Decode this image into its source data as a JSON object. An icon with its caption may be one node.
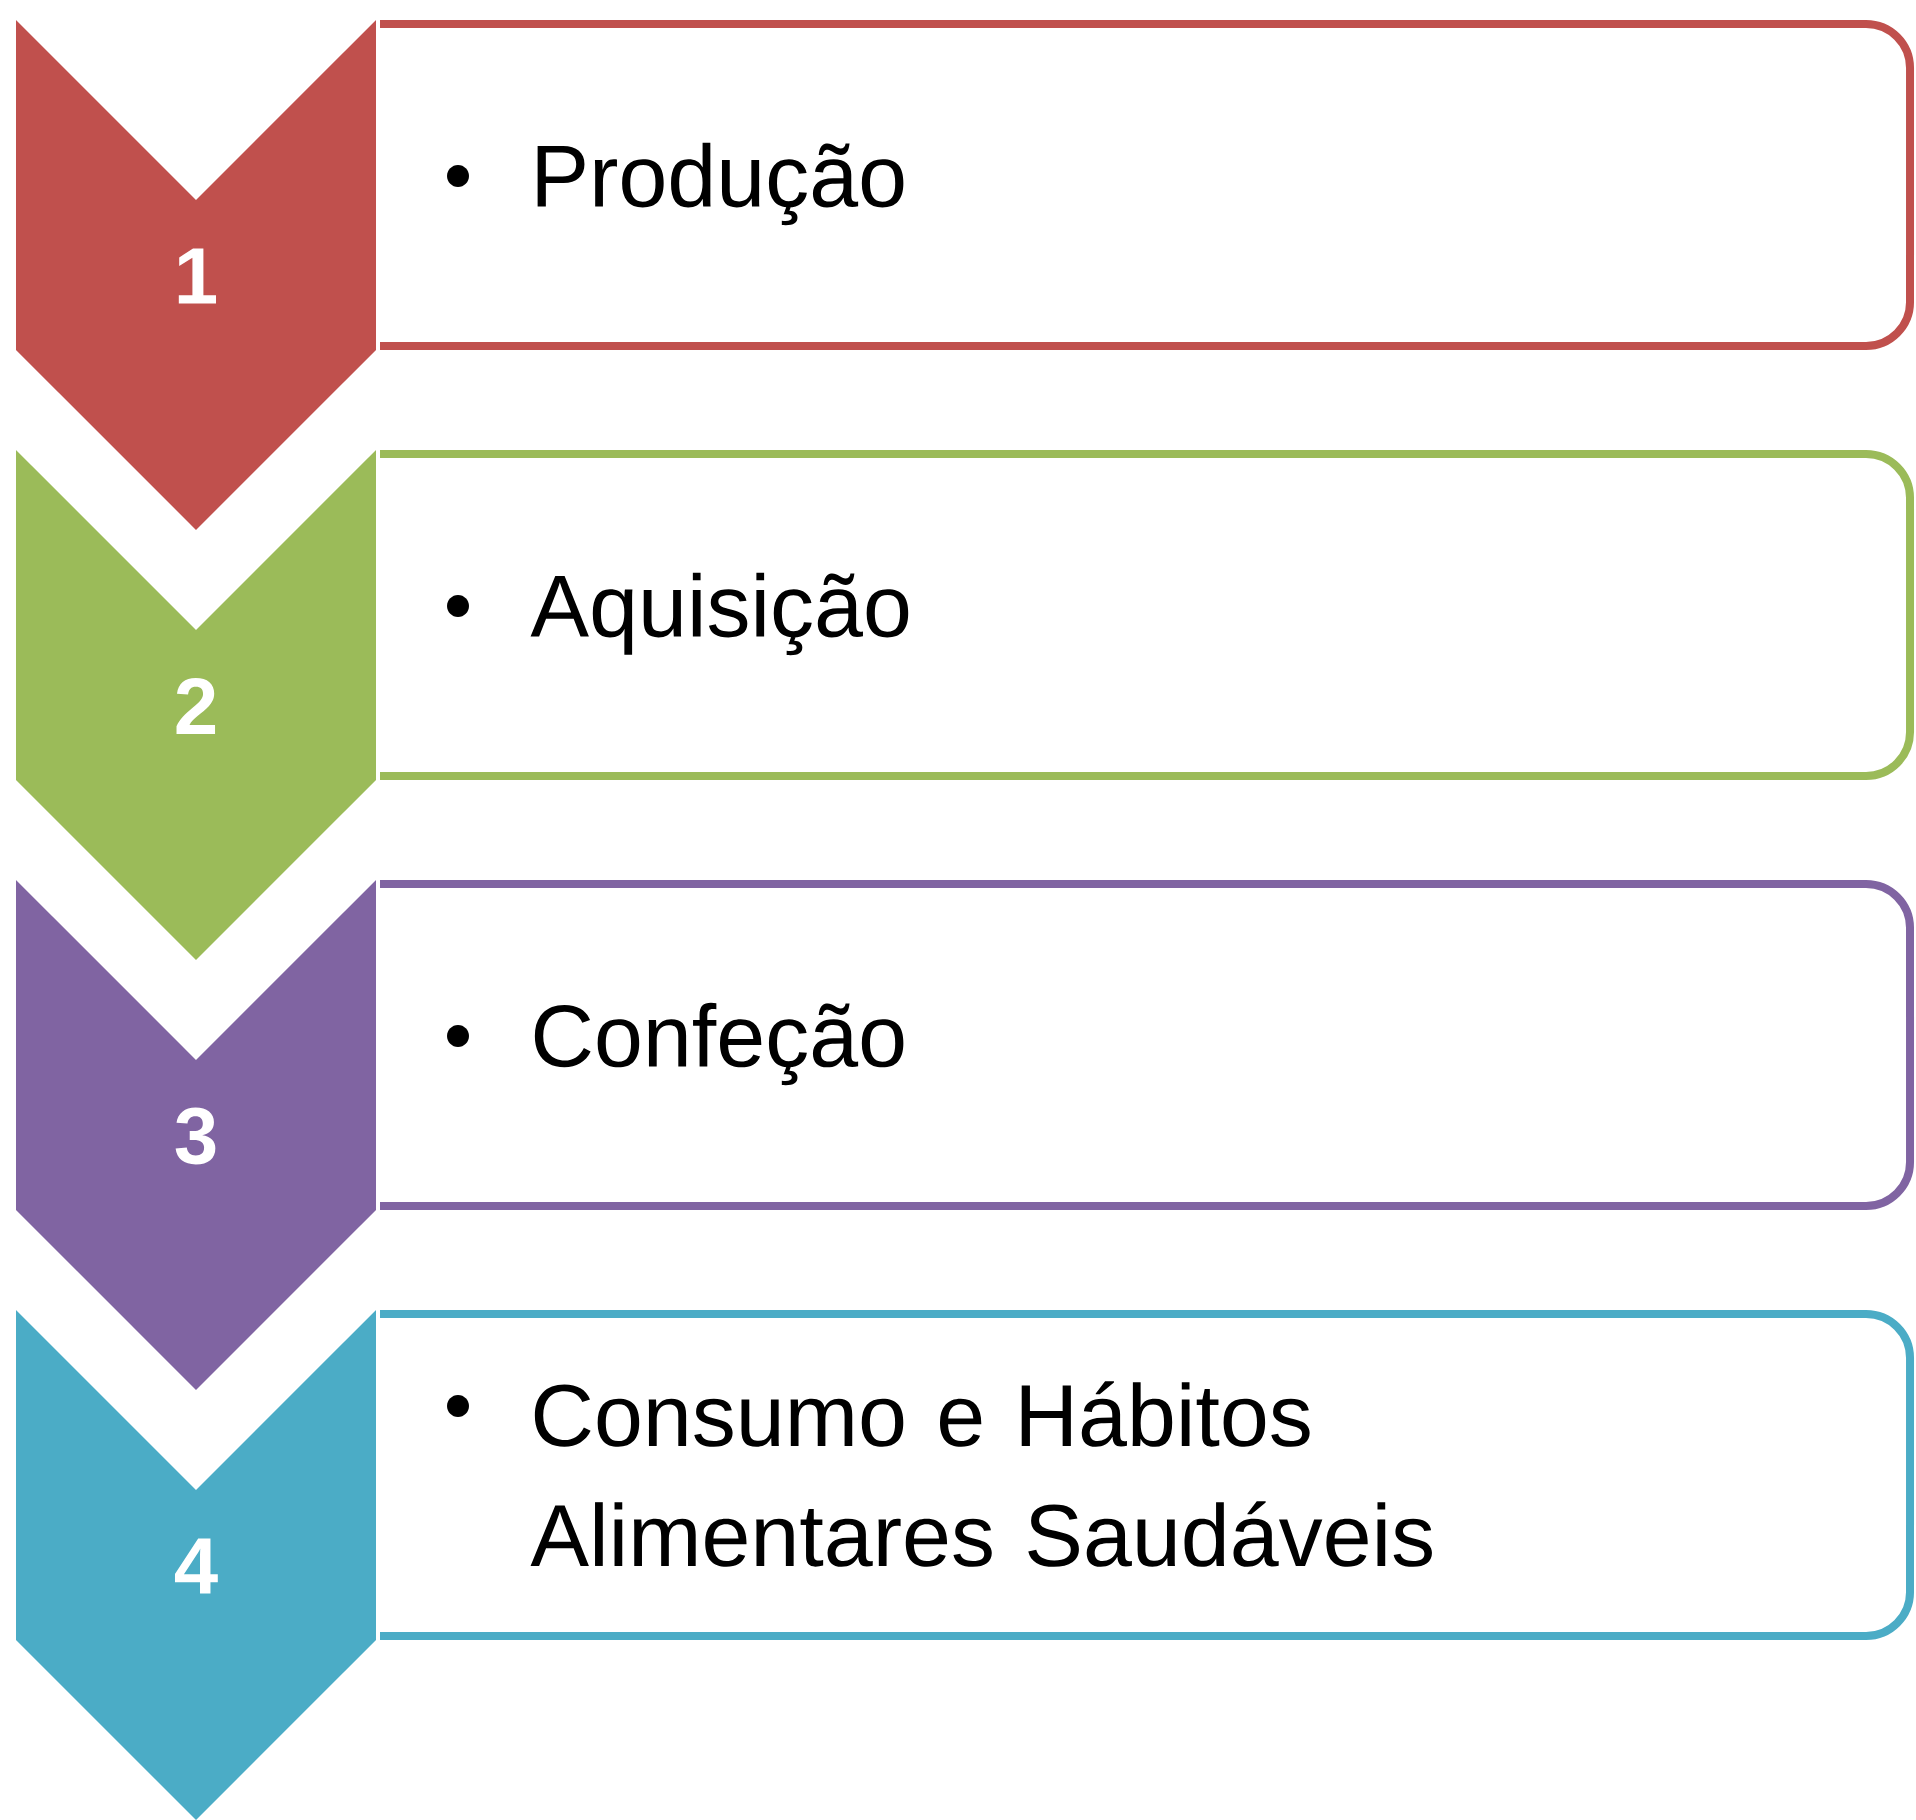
{
  "diagram": {
    "nodes": [
      {
        "text": [
          "1"
        ]
      },
      {
        "text": [
          "Produção"
        ]
      },
      {
        "text": [
          "2"
        ]
      },
      {
        "text": [
          "Aquisição"
        ]
      },
      {
        "text": [
          "3"
        ]
      },
      {
        "text": [
          "Confeção"
        ]
      },
      {
        "text": [
          "4"
        ]
      },
      {
        "text": [
          "Consumo e Hábitos Alimentares Saudáveis"
        ]
      }
    ]
  }
}
